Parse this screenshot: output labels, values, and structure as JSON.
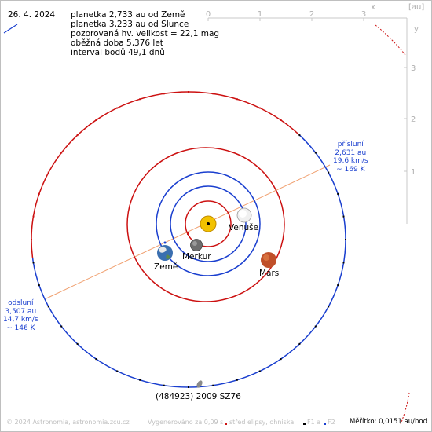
{
  "date": "26. 4. 2024",
  "info": {
    "line1": "planetka 2,733 au od Země",
    "line2": "planetka 3,233 au od Slunce",
    "line3": "pozorovaná hv. velikost = 22,1 mag",
    "line4": "oběžná doba 5,376 let",
    "line5": "interval bodů 49,1 dnů"
  },
  "axis": {
    "x_ticks": [
      "0",
      "1",
      "2",
      "3"
    ],
    "x_label": "x",
    "unit_label": "[au]",
    "y_ticks": [
      "1",
      "2",
      "3"
    ],
    "y_label": "y"
  },
  "bodies": {
    "sun": "Slunce",
    "mercury": "Merkur",
    "venus": "Venuše",
    "earth": "Země",
    "mars": "Mars",
    "asteroid": "(484923) 2009 SZ76"
  },
  "perihelion": {
    "title": "přísluní",
    "dist": "2,631 au",
    "speed": "19,6 km/s",
    "temp": "~ 169 K"
  },
  "aphelion": {
    "title": "odsluní",
    "dist": "3,507 au",
    "speed": "14,7 km/s",
    "temp": "~ 146 K"
  },
  "footer": {
    "copyright": "© 2024 Astronomia, astronomia.zcu.cz",
    "generated": "Vygenerováno za 0,09 s",
    "legend_center": "střed elipsy, ohniska",
    "legend_f1": "F1",
    "legend_a": "a",
    "legend_f2": "F2",
    "scale": "Měřítko: 0,0151 au/bod"
  },
  "colors": {
    "orbit_blue": "#1a3fcf",
    "orbit_red": "#cc1111",
    "apsis_line": "#f0a070",
    "axis_grey": "#c8c8c8",
    "sun": "#f2c200",
    "mars": "#c0502a",
    "earth": "#3a6fb0"
  }
}
